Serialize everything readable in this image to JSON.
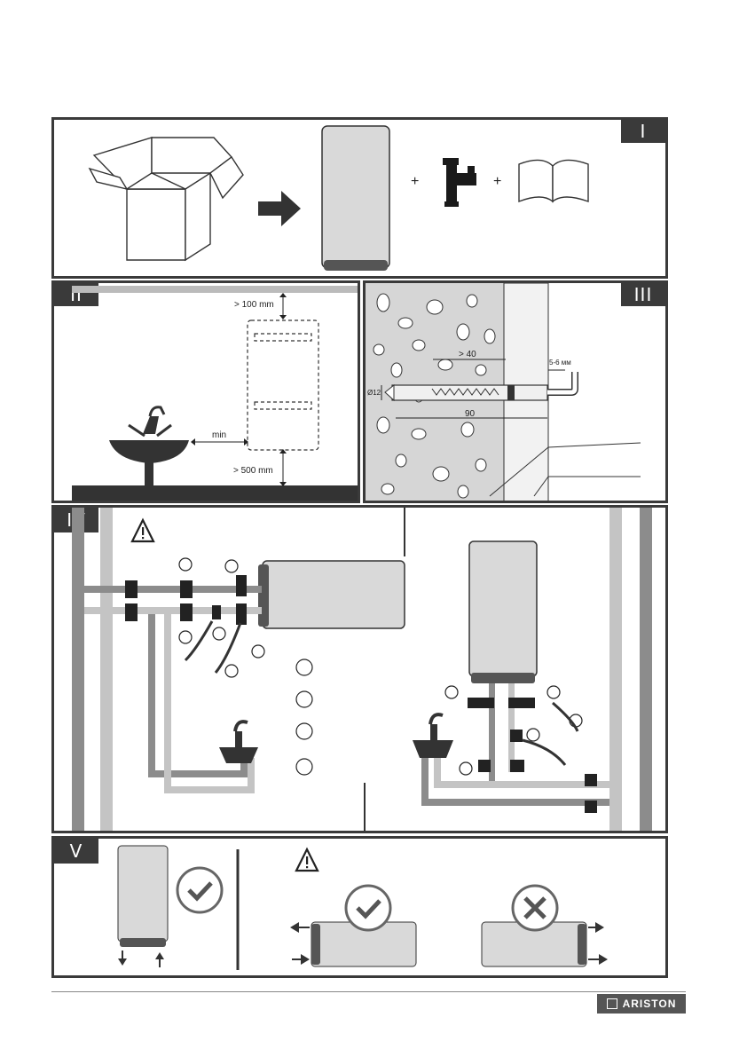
{
  "panels": {
    "p1": {
      "badge": "I"
    },
    "p2": {
      "badge": "II",
      "clearance_top": "> 100 mm",
      "clearance_side": "min",
      "clearance_bottom": "> 500 mm"
    },
    "p3": {
      "badge": "III",
      "dim_depth": "> 40",
      "dim_diameter": "Ø12",
      "dim_length": "90",
      "dim_gap": "5-6 мм"
    },
    "p4": {
      "badge": "IV"
    },
    "p5": {
      "badge": "V"
    }
  },
  "p1_plus_sign": "+",
  "brand": {
    "name": "ARISTON"
  },
  "colors": {
    "frame": "#3a3a3a",
    "heater_body": "#d9d9d9",
    "pipe_dark": "#8c8c8c",
    "pipe_light": "#c4c4c4"
  }
}
